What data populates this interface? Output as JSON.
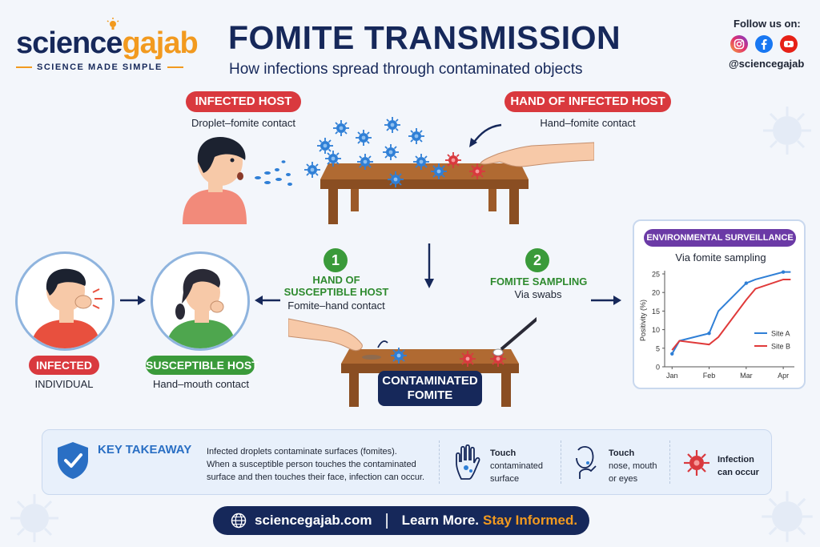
{
  "brand": {
    "name_part1": "science",
    "name_part2": "gajab",
    "tagline": "SCIENCE MADE SIMPLE"
  },
  "header": {
    "title": "FOMITE TRANSMISSION",
    "subtitle": "How infections spread through contaminated objects"
  },
  "social": {
    "follow_label": "Follow us on:",
    "handle": "@sciencegajab",
    "icons": [
      "instagram-icon",
      "facebook-icon",
      "youtube-icon"
    ]
  },
  "top": {
    "infected_host_label": "INFECTED HOST",
    "infected_host_caption": "Droplet–fomite contact",
    "hand_infected_label": "HAND OF INFECTED HOST",
    "hand_infected_caption": "Hand–fomite contact"
  },
  "middle": {
    "step1_number": "1",
    "step1_title_line1": "HAND OF",
    "step1_title_line2": "SUSCEPTIBLE HOST",
    "step1_caption": "Fomite–hand contact",
    "step2_number": "2",
    "step2_title": "FOMITE SAMPLING",
    "step2_caption": "Via swabs",
    "fomite_line1": "CONTAMINATED",
    "fomite_line2": "FOMITE"
  },
  "left": {
    "infected_label": "INFECTED",
    "infected_caption": "INDIVIDUAL",
    "susceptible_label": "SUSCEPTIBLE HOST",
    "susceptible_caption": "Hand–mouth contact"
  },
  "chart_data": {
    "type": "line",
    "title": "ENVIRONMENTAL SURVEILLANCE",
    "subtitle": "Via fomite sampling",
    "categories": [
      "Jan",
      "Feb",
      "Mar",
      "Apr"
    ],
    "x": [
      0,
      0.2,
      1,
      1.25,
      2,
      2.25,
      3,
      3.2
    ],
    "ylabel": "Positivity (%)",
    "ylim": [
      0,
      25
    ],
    "yticks": [
      "0",
      "5",
      "10",
      "15",
      "20",
      "25"
    ],
    "series": [
      {
        "name": "Site A",
        "color": "#2f7fd6",
        "values": [
          3.5,
          7,
          9,
          15,
          22.5,
          23.5,
          25.5,
          25.5
        ]
      },
      {
        "name": "Site B",
        "color": "#e03a3a",
        "values": [
          4.5,
          7,
          6,
          8,
          18,
          21,
          23.5,
          23.5
        ]
      }
    ],
    "legend": "bottom-right"
  },
  "takeaway": {
    "title": "KEY TAKEAWAY",
    "line1": "Infected droplets contaminate surfaces (fomites).",
    "line2": "When a susceptible person touches the contaminated",
    "line3": "surface and then touches their face, infection can occur.",
    "step1_line1": "Touch",
    "step1_line2": "contaminated",
    "step1_line3": "surface",
    "step2_line1": "Touch",
    "step2_line2": "nose, mouth",
    "step2_line3": "or eyes",
    "step3_line1": "Infection",
    "step3_line2": "can occur"
  },
  "footer": {
    "url": "sciencegajab.com",
    "separator": "|",
    "learn": "Learn More.",
    "stay": "Stay Informed."
  },
  "colors": {
    "navy": "#16285a",
    "red": "#d9393e",
    "green": "#3a9a3a",
    "orange": "#f29a1f",
    "virus_blue": "#2f7fd6",
    "virus_red": "#d9393e"
  }
}
